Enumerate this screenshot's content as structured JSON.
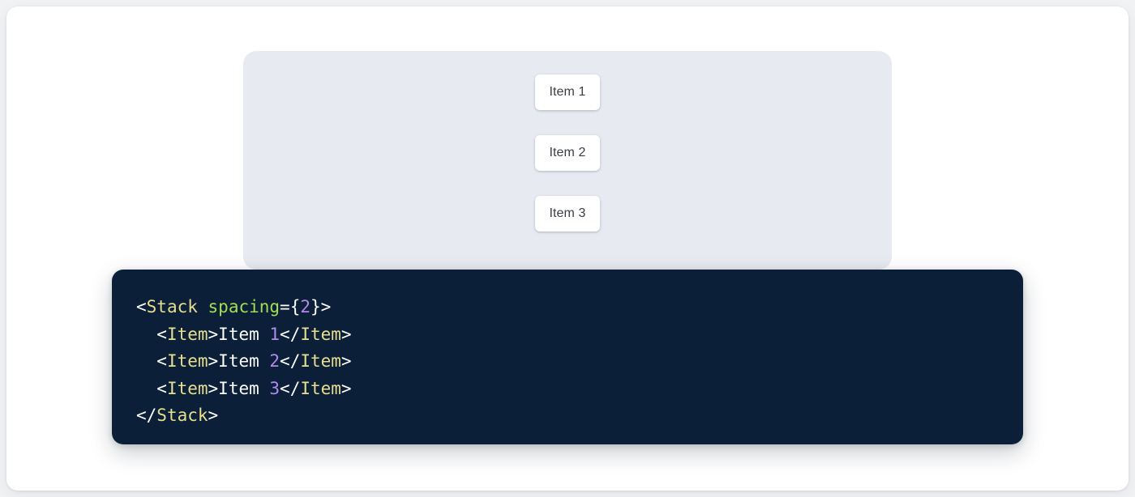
{
  "preview": {
    "panel_bg": "#e7eaf0",
    "items": [
      {
        "label": "Item 1"
      },
      {
        "label": "Item 2"
      },
      {
        "label": "Item 3"
      }
    ]
  },
  "code": {
    "background": "#0b1f39",
    "language": "jsx",
    "colors": {
      "punctuation": "#ffffff",
      "tag": "#e6df8f",
      "attribute": "#a3de54",
      "number": "#b389f0",
      "text": "#ffffff"
    },
    "lines": [
      {
        "tokens": [
          {
            "t": "<",
            "k": "punct"
          },
          {
            "t": "Stack",
            "k": "tag"
          },
          {
            "t": " ",
            "k": "punct"
          },
          {
            "t": "spacing",
            "k": "attr"
          },
          {
            "t": "={",
            "k": "punct"
          },
          {
            "t": "2",
            "k": "num"
          },
          {
            "t": "}>",
            "k": "punct"
          }
        ]
      },
      {
        "tokens": [
          {
            "t": "  <",
            "k": "punct"
          },
          {
            "t": "Item",
            "k": "tag"
          },
          {
            "t": ">",
            "k": "punct"
          },
          {
            "t": "Item ",
            "k": "text"
          },
          {
            "t": "1",
            "k": "num"
          },
          {
            "t": "</",
            "k": "punct"
          },
          {
            "t": "Item",
            "k": "tag"
          },
          {
            "t": ">",
            "k": "punct"
          }
        ]
      },
      {
        "tokens": [
          {
            "t": "  <",
            "k": "punct"
          },
          {
            "t": "Item",
            "k": "tag"
          },
          {
            "t": ">",
            "k": "punct"
          },
          {
            "t": "Item ",
            "k": "text"
          },
          {
            "t": "2",
            "k": "num"
          },
          {
            "t": "</",
            "k": "punct"
          },
          {
            "t": "Item",
            "k": "tag"
          },
          {
            "t": ">",
            "k": "punct"
          }
        ]
      },
      {
        "tokens": [
          {
            "t": "  <",
            "k": "punct"
          },
          {
            "t": "Item",
            "k": "tag"
          },
          {
            "t": ">",
            "k": "punct"
          },
          {
            "t": "Item ",
            "k": "text"
          },
          {
            "t": "3",
            "k": "num"
          },
          {
            "t": "</",
            "k": "punct"
          },
          {
            "t": "Item",
            "k": "tag"
          },
          {
            "t": ">",
            "k": "punct"
          }
        ]
      },
      {
        "tokens": [
          {
            "t": "</",
            "k": "punct"
          },
          {
            "t": "Stack",
            "k": "tag"
          },
          {
            "t": ">",
            "k": "punct"
          }
        ]
      }
    ]
  }
}
